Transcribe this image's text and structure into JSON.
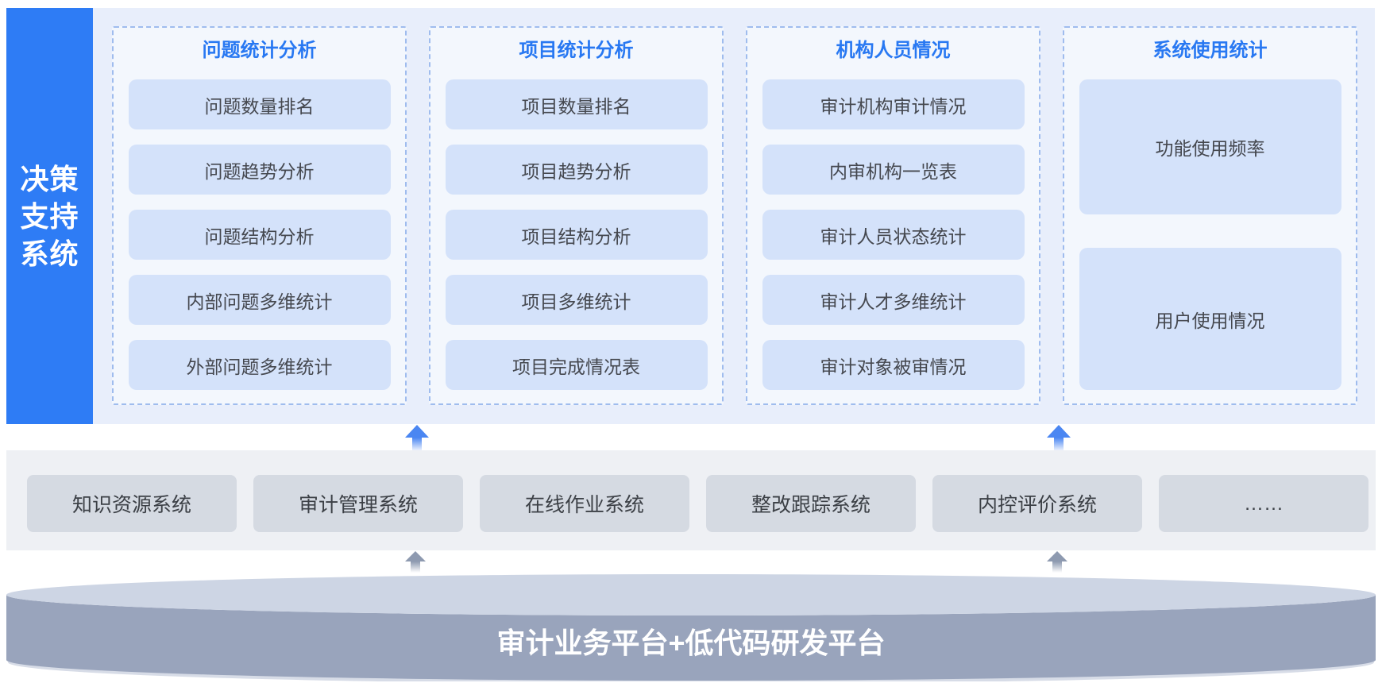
{
  "diagram": {
    "sidebar": {
      "lines": [
        "决策",
        "支持",
        "系统"
      ]
    },
    "columns": [
      {
        "title": "问题统计分析",
        "items": [
          "问题数量排名",
          "问题趋势分析",
          "问题结构分析",
          "内部问题多维统计",
          "外部问题多维统计"
        ]
      },
      {
        "title": "项目统计分析",
        "items": [
          "项目数量排名",
          "项目趋势分析",
          "项目结构分析",
          "项目多维统计",
          "项目完成情况表"
        ]
      },
      {
        "title": "机构人员情况",
        "items": [
          "审计机构审计情况",
          "内审机构一览表",
          "审计人员状态统计",
          "审计人才多维统计",
          "审计对象被审情况"
        ]
      },
      {
        "title": "系统使用统计",
        "items": [
          "功能使用频率",
          "用户使用情况"
        ]
      }
    ],
    "middle_systems": [
      "知识资源系统",
      "审计管理系统",
      "在线作业系统",
      "整改跟踪系统",
      "内控评价系统",
      "……"
    ],
    "platform_label": "审计业务平台+低代码研发平台",
    "colors": {
      "sidebar_blue": "#2e7cf5",
      "title_blue": "#2878f2",
      "panel_bg": "#e8eefb",
      "column_bg": "#f3f7fd",
      "dash_border": "#9fbcee",
      "item_chip_bg": "#d4e2fa",
      "item_text": "#45484f",
      "middle_band_bg": "#eef0f4",
      "middle_box_bg": "#d5dae2",
      "cylinder_top": "#cdd5e4",
      "cylinder_front": "#99a4bc",
      "arrow_blue": "#4a86f2",
      "arrow_gray": "#8e9ab0"
    }
  }
}
